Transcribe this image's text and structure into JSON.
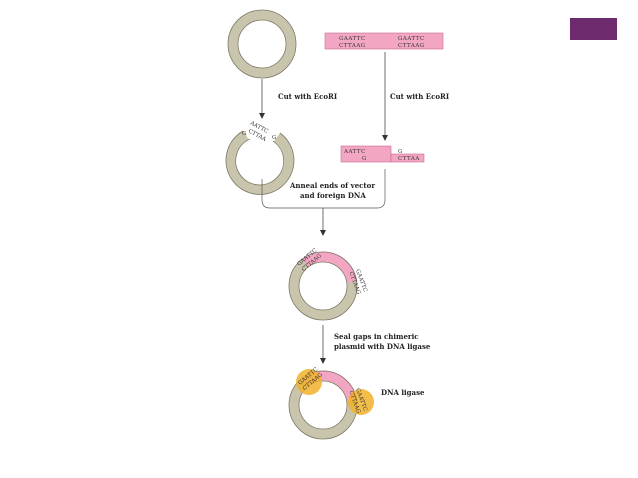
{
  "colors": {
    "ring": "#c9c5ad",
    "ring_stroke": "#7c7866",
    "insert": "#f3a6c3",
    "ligase": "#f0b12a",
    "corner": "#6d2b6e"
  },
  "labels": {
    "cut_left": "Cut with EcoRI",
    "cut_right": "Cut with EcoRI",
    "anneal_1": "Anneal ends of vector",
    "anneal_2": "and foreign DNA",
    "seal_1": "Seal gaps in chimeric",
    "seal_2": "plasmid with DNA ligase",
    "ligase": "DNA ligase"
  },
  "sequences": {
    "top_left": "GAATTC",
    "bottom_left": "CTTAAG",
    "top_right": "GAATTC",
    "bottom_right": "CTTAAG",
    "cut_top_left": "AATTC",
    "cut_bottom_left": "G",
    "cut_top_right": "G",
    "cut_bottom_right": "CTTAA",
    "open_top": "AATTC",
    "open_g": "G",
    "open_bottom": "CTTAA",
    "open_g2": "G"
  }
}
